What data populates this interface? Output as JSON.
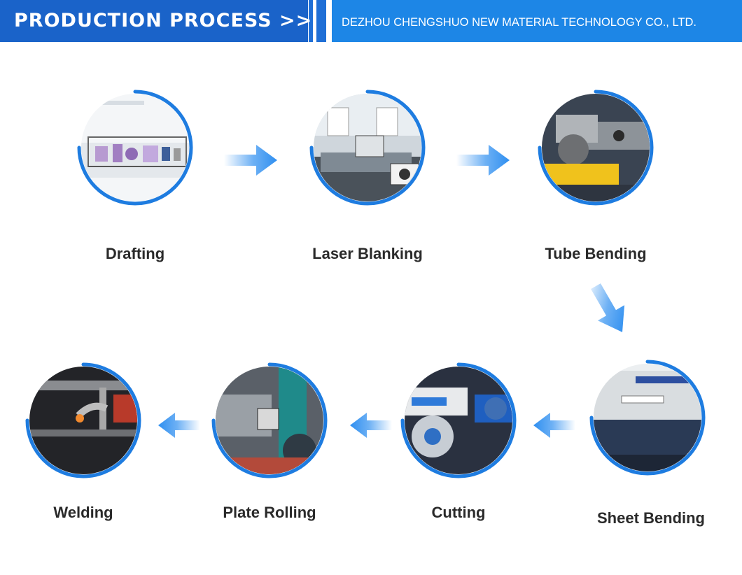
{
  "header": {
    "title": "PRODUCTION PROCESS >>",
    "company": "DEZHOU CHENGSHUO NEW MATERIAL TECHNOLOGY CO., LTD."
  },
  "steps": [
    {
      "label": "Drafting"
    },
    {
      "label": "Laser Blanking"
    },
    {
      "label": "Tube Bending"
    },
    {
      "label": "Sheet Bending"
    },
    {
      "label": "Cutting"
    },
    {
      "label": "Plate Rolling"
    },
    {
      "label": "Welding"
    }
  ],
  "colors": {
    "header_dark": "#1a63c9",
    "header_light": "#1d86e6",
    "ring_blue": "#1e7ce0",
    "arrow_blue": "#2f8ff0",
    "label_text": "#2a2a2a"
  },
  "icons": [
    "right-arrow-icon",
    "down-arrow-icon",
    "left-arrow-icon"
  ]
}
